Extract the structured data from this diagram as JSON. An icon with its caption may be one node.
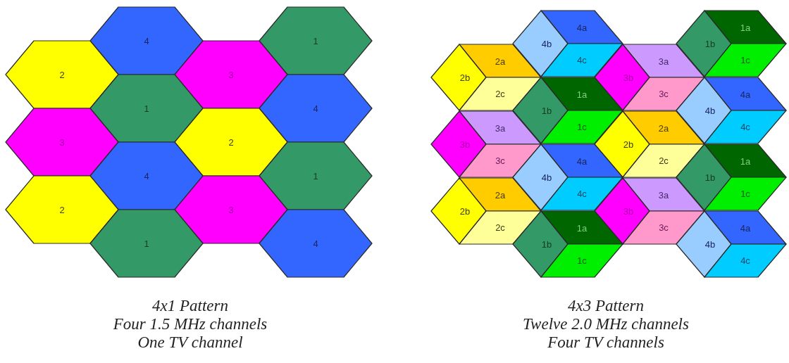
{
  "diagram": {
    "nodes": [
      {
        "text": [
          "4"
        ]
      },
      {
        "text": [
          "1"
        ]
      },
      {
        "text": [
          "2"
        ]
      },
      {
        "text": [
          "3"
        ]
      },
      {
        "text": [
          "1"
        ]
      },
      {
        "text": [
          "4"
        ]
      },
      {
        "text": [
          "3"
        ]
      },
      {
        "text": [
          "2"
        ]
      },
      {
        "text": [
          "4"
        ]
      },
      {
        "text": [
          "1"
        ]
      },
      {
        "text": [
          "2"
        ]
      },
      {
        "text": [
          "3"
        ]
      },
      {
        "text": [
          "1"
        ]
      },
      {
        "text": [
          "4"
        ]
      },
      {
        "text": [
          "4a"
        ]
      },
      {
        "text": [
          "4b"
        ]
      },
      {
        "text": [
          "4c"
        ]
      },
      {
        "text": [
          "1a"
        ]
      },
      {
        "text": [
          "1b"
        ]
      },
      {
        "text": [
          "1c"
        ]
      },
      {
        "text": [
          "2a"
        ]
      },
      {
        "text": [
          "2b"
        ]
      },
      {
        "text": [
          "2c"
        ]
      },
      {
        "text": [
          "3a"
        ]
      },
      {
        "text": [
          "3b"
        ]
      },
      {
        "text": [
          "3c"
        ]
      },
      {
        "text": [
          "1a"
        ]
      },
      {
        "text": [
          "1b"
        ]
      },
      {
        "text": [
          "1c"
        ]
      },
      {
        "text": [
          "4a"
        ]
      },
      {
        "text": [
          "4b"
        ]
      },
      {
        "text": [
          "4c"
        ]
      },
      {
        "text": [
          "3a"
        ]
      },
      {
        "text": [
          "3b"
        ]
      },
      {
        "text": [
          "3c"
        ]
      },
      {
        "text": [
          "2a"
        ]
      },
      {
        "text": [
          "2b"
        ]
      },
      {
        "text": [
          "2c"
        ]
      },
      {
        "text": [
          "4a"
        ]
      },
      {
        "text": [
          "4b"
        ]
      },
      {
        "text": [
          "4c"
        ]
      },
      {
        "text": [
          "1a"
        ]
      },
      {
        "text": [
          "1b"
        ]
      },
      {
        "text": [
          "1c"
        ]
      },
      {
        "text": [
          "2a"
        ]
      },
      {
        "text": [
          "2b"
        ]
      },
      {
        "text": [
          "2c"
        ]
      },
      {
        "text": [
          "3a"
        ]
      },
      {
        "text": [
          "3b"
        ]
      },
      {
        "text": [
          "3c"
        ]
      },
      {
        "text": [
          "1a"
        ]
      },
      {
        "text": [
          "1b"
        ]
      },
      {
        "text": [
          "1c"
        ]
      },
      {
        "text": [
          "4a"
        ]
      },
      {
        "text": [
          "4b"
        ]
      },
      {
        "text": [
          "4c"
        ]
      }
    ],
    "labels": [
      "4x1 Pattern",
      "Four 1.5 MHz channels",
      "One TV channel",
      "4x3 Pattern",
      "Twelve 2.0 MHz channels",
      "Four TV channels"
    ]
  }
}
